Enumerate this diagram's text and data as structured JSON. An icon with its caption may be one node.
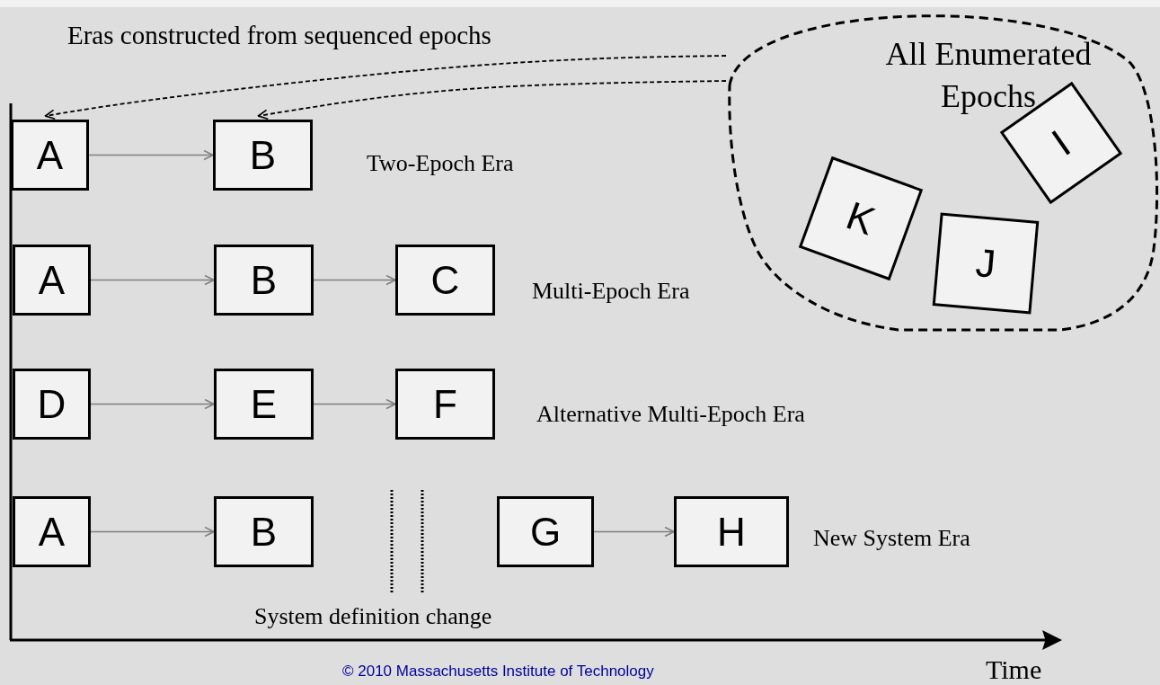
{
  "diagram": {
    "nodes": [
      {
        "text": [
          "All Enumerated Epochs"
        ]
      },
      {
        "text": [
          "I"
        ],
        "in": 0
      },
      {
        "text": [
          "K"
        ],
        "in": 0
      },
      {
        "text": [
          "J"
        ],
        "in": 0
      },
      {
        "text": [
          "A"
        ]
      },
      {
        "text": [
          "B"
        ]
      },
      {
        "text": [
          "A"
        ]
      },
      {
        "text": [
          "B"
        ]
      },
      {
        "text": [
          "C"
        ]
      },
      {
        "text": [
          "D"
        ]
      },
      {
        "text": [
          "E"
        ]
      },
      {
        "text": [
          "F"
        ]
      },
      {
        "text": [
          "A"
        ]
      },
      {
        "text": [
          "B"
        ]
      },
      {
        "text": [
          "G"
        ]
      },
      {
        "text": [
          "H"
        ]
      }
    ],
    "edges": [
      {
        "from": 0,
        "to": 4,
        "arrow": "to",
        "style": "dashed",
        "color": "#000000"
      },
      {
        "from": 0,
        "to": 5,
        "arrow": "to",
        "style": "dashed",
        "color": "#000000"
      },
      {
        "from": 4,
        "to": 5,
        "arrow": "to"
      },
      {
        "from": 6,
        "to": 7,
        "arrow": "to"
      },
      {
        "from": 7,
        "to": 8,
        "arrow": "to"
      },
      {
        "from": 9,
        "to": 10,
        "arrow": "to"
      },
      {
        "from": 10,
        "to": 11,
        "arrow": "to"
      },
      {
        "from": 12,
        "to": 13,
        "arrow": "to"
      },
      {
        "from": 14,
        "to": 15,
        "arrow": "to"
      }
    ],
    "labels": [
      "Eras constructed from sequenced epochs",
      "Two-Epoch Era",
      "Multi-Epoch Era",
      "Alternative Multi-Epoch Era",
      "New System Era",
      "System definition change",
      "Time",
      "© 2010 Massachusetts Institute of Technology"
    ]
  }
}
